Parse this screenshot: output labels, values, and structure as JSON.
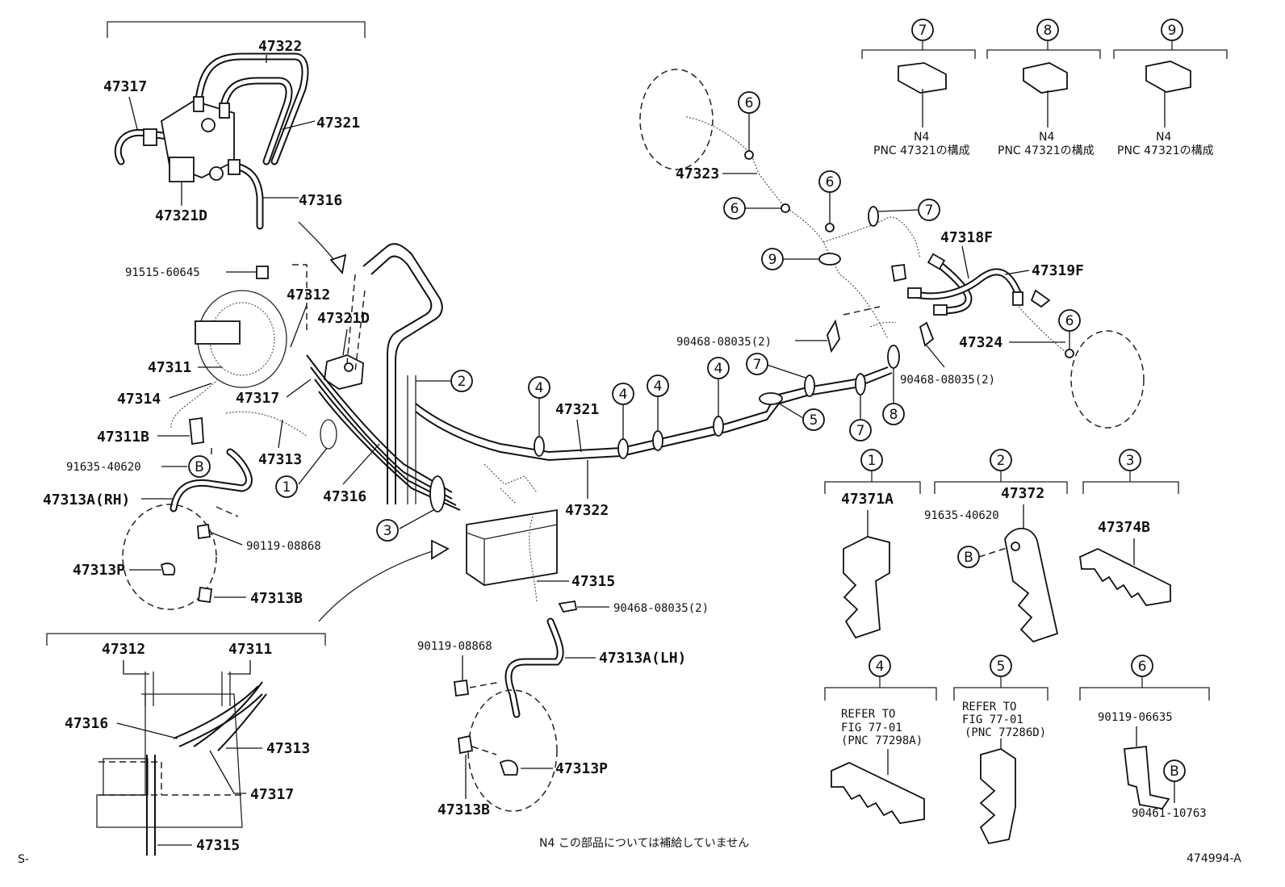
{
  "title": "",
  "diagram_id": "474994-A",
  "corner_mark": "S-",
  "footer_note": "N4 この部品については補給していません",
  "part_labels": {
    "p47322_top": "47322",
    "p47317_top": "47317",
    "p47321_top": "47321",
    "p47316_top": "47316",
    "p47321D_top": "47321D",
    "p91515": "91515-60645",
    "p47312": "47312",
    "p47321D": "47321D",
    "p47311": "47311",
    "p47314": "47314",
    "p47317_mid": "47317",
    "p47311B": "47311B",
    "p47313": "47313",
    "p91635_left": "91635-40620",
    "p47313A_RH": "47313A(RH)",
    "p47316_mid": "47316",
    "p90119_right": "90119-08868",
    "p47313P_left": "47313P",
    "p47313B_left": "47313B",
    "p47312_bot": "47312",
    "p47311_bot": "47311",
    "p47316_bot": "47316",
    "p47313_bot": "47313",
    "p47317_bot": "47317",
    "p47315_bot": "47315",
    "p47321_center": "47321",
    "p47322_center": "47322",
    "p47315": "47315",
    "p90468_low": "90468-08035(2)",
    "p90119_low": "90119-08868",
    "p47313A_LH": "47313A(LH)",
    "p47313P_low": "47313P",
    "p47313B_low": "47313B",
    "p47323": "47323",
    "p47318F": "47318F",
    "p47319F": "47319F",
    "p90468_mid": "90468-08035(2)",
    "p47324": "47324",
    "p90468_right": "90468-08035(2)"
  },
  "callouts": [
    "1",
    "2",
    "3",
    "4",
    "5",
    "6",
    "7",
    "8",
    "9"
  ],
  "b_marker": "B",
  "insets": {
    "i7": {
      "num": "7",
      "n": "N4",
      "pnc": "PNC 47321の構成"
    },
    "i8": {
      "num": "8",
      "n": "N4",
      "pnc": "PNC 47321の構成"
    },
    "i9": {
      "num": "9",
      "n": "N4",
      "pnc": "PNC 47321の構成"
    },
    "i1": {
      "num": "1",
      "part": "47371A"
    },
    "i2": {
      "num": "2",
      "part": "47372",
      "bolt": "91635-40620"
    },
    "i3": {
      "num": "3",
      "part": "47374B"
    },
    "i4": {
      "num": "4",
      "refer1": "REFER TO",
      "refer2": "FIG 77-01",
      "refer3": "(PNC 77298A)"
    },
    "i5": {
      "num": "5",
      "refer1": "REFER TO",
      "refer2": "FIG 77-01",
      "refer3": "(PNC 77286D)"
    },
    "i6": {
      "num": "6",
      "part1": "90119-06635",
      "part2": "90461-10763"
    }
  }
}
